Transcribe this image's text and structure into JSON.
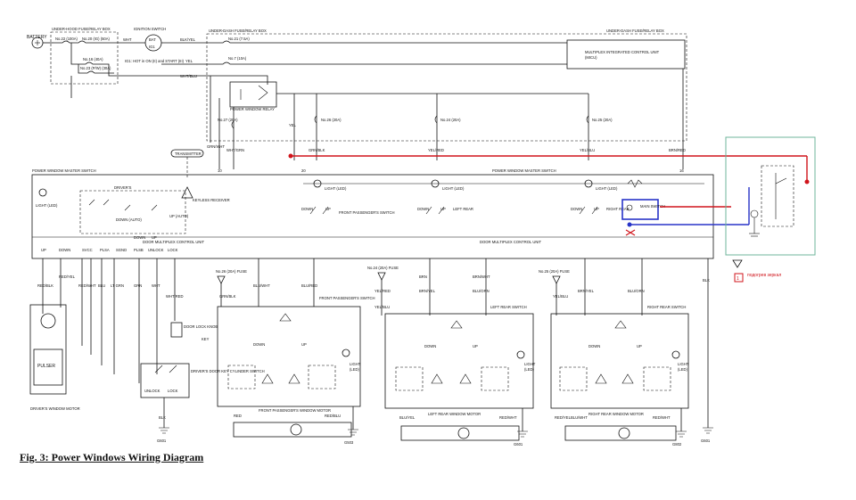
{
  "caption": "Fig. 3: Power Windows Wiring Diagram",
  "labels": {
    "battery": "BATTERY",
    "under_hood_box": "UNDER-HOOD FUSE/RELAY BOX",
    "under_dash_box_1": "UNDER-DASH FUSE/RELAY BOX",
    "under_dash_box_2": "UNDER-DASH FUSE/RELAY BOX",
    "ignition_switch": "IGNITION SWITCH",
    "bat": "BAT",
    "ig1": "IG1",
    "ig_note": "IG1: HOT in ON (II) and START (III)",
    "fuse_22": "No.22 (100A)",
    "fuse_20": "No.20 (IG) (50A)",
    "fuse_16": "No.16 (40A)",
    "fuse_23": "No.23 (P/W) (30A)",
    "fuse_21": "No.21 (7.5A)",
    "fuse_7": "No.7 (10A)",
    "micu": "MULTIPLEX INTEGRATED CONTROL UNIT",
    "micu_abbr": "(MICU)",
    "pw_relay": "POWER WINDOW RELAY",
    "fuse_27": "No.27 (20A)",
    "fuse_26": "No.26 (20A)",
    "fuse_24": "No.24 (20A)",
    "fuse_25": "No.25 (20A)",
    "wire_wht": "WHT",
    "wire_blkyel": "BLK/YEL",
    "wire_yel": "YEL",
    "wire_whtblu": "WHT/BLU",
    "wire_grnwht": "GRN/WHT",
    "wire_whtgrn": "WHT/GRN",
    "wire_grnblk": "GRN/BLK",
    "wire_yelred": "YEL/RED",
    "wire_yelblu": "YEL/BLU",
    "wire_brnred": "BRN/RED",
    "transmitter": "TRANSMITTER",
    "pwms_left": "POWER WINDOW MASTER SWITCH",
    "pwms_right": "POWER WINDOW MASTER SWITCH",
    "light_led": "LIGHT (LED)",
    "drivers": "DRIVER'S",
    "keyless": "KEYLESS RECEIVER",
    "down": "DOWN",
    "up": "UP",
    "down_auto": "DOWN (AUTO)",
    "up_auto": "UP (AUTO)",
    "front_pass_sw": "FRONT PASSENGER'S SWITCH",
    "left_rear": "LEFT REAR",
    "right_rear": "RIGHT REAR",
    "main_switch": "MAIN SWITCH",
    "dmcu_left": "DOOR MULTIPLEX CONTROL UNIT",
    "dmcu_right": "DOOR MULTIPLEX CONTROL UNIT",
    "pin_up": "UP",
    "pin_down": "DOWN",
    "pin_svcc": "SVCC",
    "pin_plsa": "PLSA",
    "pin_sgnd": "SGND",
    "pin_plsb": "PLSB",
    "pin_unlock": "UNLOCK",
    "pin_lock": "LOCK",
    "wire_redblk": "RED/BLK",
    "wire_redyel": "RED/YEL",
    "wire_redwht": "RED/WHT",
    "wire_blu": "BLU",
    "wire_ltgrn": "LT GRN",
    "wire_grn": "GRN",
    "wire_whtred": "WHT/RED",
    "wire_blk": "BLK",
    "pulser": "PULSER",
    "drivers_motor": "DRIVER'S WINDOW MOTOR",
    "door_lock_knob": "DOOR LOCK KNOB",
    "key": "KEY",
    "key_cyl": "DRIVER'S DOOR KEY CYLINDER SWITCH",
    "unlock": "UNLOCK",
    "lock": "LOCK",
    "fuse_26_fuse": "No.26 (20A) FUSE",
    "fuse_24_fuse": "No.24 (20A) FUSE",
    "fuse_25_fuse": "No.25 (20A) FUSE",
    "front_pass_switch": "FRONT PASSENGER'S SWITCH",
    "left_rear_switch": "LEFT REAR SWITCH",
    "right_rear_switch": "RIGHT REAR SWITCH",
    "front_pass_motor": "FRONT PASSENGER'S WINDOW MOTOR",
    "left_rear_motor": "LEFT REAR WINDOW MOTOR",
    "right_rear_motor": "RIGHT REAR WINDOW MOTOR",
    "light": "LIGHT",
    "led": "(LED)",
    "wire_grnblk2": "GRN/BLK",
    "wire_bluwht": "BLU/WHT",
    "wire_blured": "BLU/RED",
    "wire_yelblu2": "YEL/BLU",
    "wire_brnyel": "BRN/YEL",
    "wire_brnwht": "BRN/WHT",
    "wire_bluorn": "BLU/ORN",
    "wire_brn": "BRN",
    "wire_redwht2": "RED/WHT",
    "wire_red": "RED",
    "wire_redblu": "RED/BLU",
    "wire_blu2": "BLU",
    "wire_bluyel": "BLU/YEL",
    "wire_redyel2": "RED/YEL",
    "wire_bluwht2": "BLU/WHT",
    "wire_redwht3": "RED/WHT",
    "gnd_g601a": "G601",
    "gnd_g503": "G503",
    "gnd_g601b": "G601",
    "gnd_g802": "G802",
    "gnd_g601c": "G601",
    "annot_num": "1",
    "annot_text": "подогрев зеркал"
  }
}
